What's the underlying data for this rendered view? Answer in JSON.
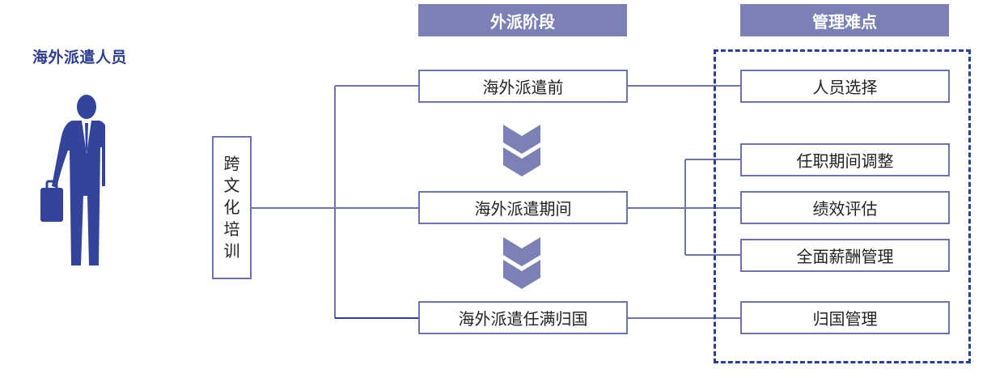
{
  "person": {
    "label": "海外派遣人员",
    "figure_icon": "businessman-with-briefcase-icon",
    "color": "#34449a"
  },
  "training": {
    "chars": [
      "跨",
      "文",
      "化",
      "培",
      "训"
    ]
  },
  "headers": {
    "stages": "外派阶段",
    "difficulties": "管理难点"
  },
  "stages": {
    "before": "海外派遣前",
    "during": "海外派遣期间",
    "return": "海外派遣任满归国"
  },
  "difficulties": {
    "selection": "人员选择",
    "adjustment": "任职期间调整",
    "performance": "绩效评估",
    "compensation": "全面薪酬管理",
    "repatriation": "归国管理"
  },
  "colors": {
    "header_bg": "#7b80b5",
    "border": "#6d73a8",
    "line": "#6f75a8",
    "dark_line": "#2e3f8f",
    "chevron": "#7b80b5"
  }
}
